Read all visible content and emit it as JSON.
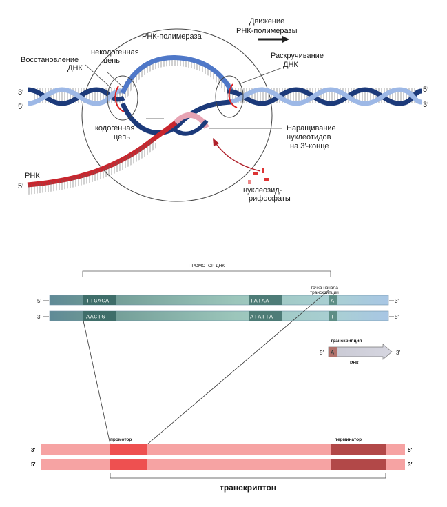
{
  "top": {
    "rna_polymerase": "РНК-полимераза",
    "movement": [
      "Движение",
      "РНК-полимеразы"
    ],
    "noncoding": [
      "некодогенная",
      "цепь"
    ],
    "restore": [
      "Восстановление",
      "ДНК"
    ],
    "unwind": [
      "Раскручивание",
      "ДНК"
    ],
    "coding": [
      "кодогенная",
      "цепь"
    ],
    "growth": [
      "Наращивание",
      "нуклеотидов",
      "на 3′-конце"
    ],
    "rna": "РНК",
    "ntp": [
      "нуклеозид-",
      "трифосфаты"
    ],
    "left_top_end": "3′",
    "left_bottom_end": "5′",
    "right_top_end": "5′",
    "right_bottom_end": "3′",
    "rna_end": "5′"
  },
  "middle": {
    "promoter_title": "ПРОМОТОР ДНК",
    "start_point": [
      "точка начала",
      "транскрипции"
    ],
    "top_strand": {
      "left_end": "5′",
      "right_end": "3′",
      "box1": "TTGACA",
      "box2": "TATAAT",
      "start": "A"
    },
    "bottom_strand": {
      "left_end": "3′",
      "right_end": "5′",
      "box1": "AACTGT",
      "box2": "ATATTA",
      "start": "T"
    },
    "transcription_label": "транскрипция",
    "rna_label": "РНК",
    "rna_left_end": "5′",
    "rna_right_end": "3′",
    "rna_first": "A"
  },
  "bottom": {
    "promoter": "промотор",
    "terminator": "терминатор",
    "top_left": "3′",
    "top_right": "5′",
    "bottom_left": "5′",
    "bottom_right": "3′",
    "transcripton": "транскриптон"
  }
}
